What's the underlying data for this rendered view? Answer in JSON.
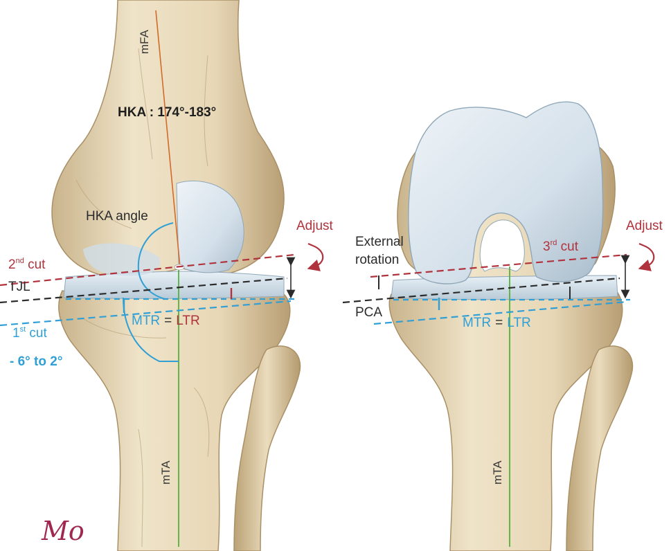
{
  "colors": {
    "bone": "#e9dcbf",
    "bone_shadow": "#c9b48c",
    "bone_dark": "#a98f66",
    "cartilage": "#d6e4ee",
    "implant": "#dce6ee",
    "red": "#b0323c",
    "blue": "#2f9fd6",
    "dark": "#2b2b2b",
    "green": "#55b03a",
    "orange": "#d26a2a",
    "signature": "#a02850"
  },
  "left_panel": {
    "mfa": "mFA",
    "hka_range": "HKA : 174°-183°",
    "hka_angle": "HKA angle",
    "adjust": "Adjust",
    "second_cut_base": "2",
    "second_cut_sup": "nd",
    "second_cut_word": " cut",
    "tjl": "TJL",
    "first_cut_base": "1",
    "first_cut_sup": "st",
    "first_cut_word": " cut",
    "mtr": "MTR",
    "equals": "=",
    "ltr": "LTR",
    "slope": "- 6° to 2°",
    "mta": "mTA"
  },
  "right_panel": {
    "adjust": "Adjust",
    "external_rotation_line1": "External",
    "external_rotation_line2": "rotation",
    "third_cut_base": "3",
    "third_cut_sup": "rd",
    "third_cut_word": " cut",
    "pca": "PCA",
    "mtr": "MTR",
    "equals": "=",
    "ltr": "LTR",
    "mta": "mTA"
  },
  "signature": "Mo",
  "icons": [
    "adjust-arrow-icon",
    "double-arrow-icon"
  ]
}
